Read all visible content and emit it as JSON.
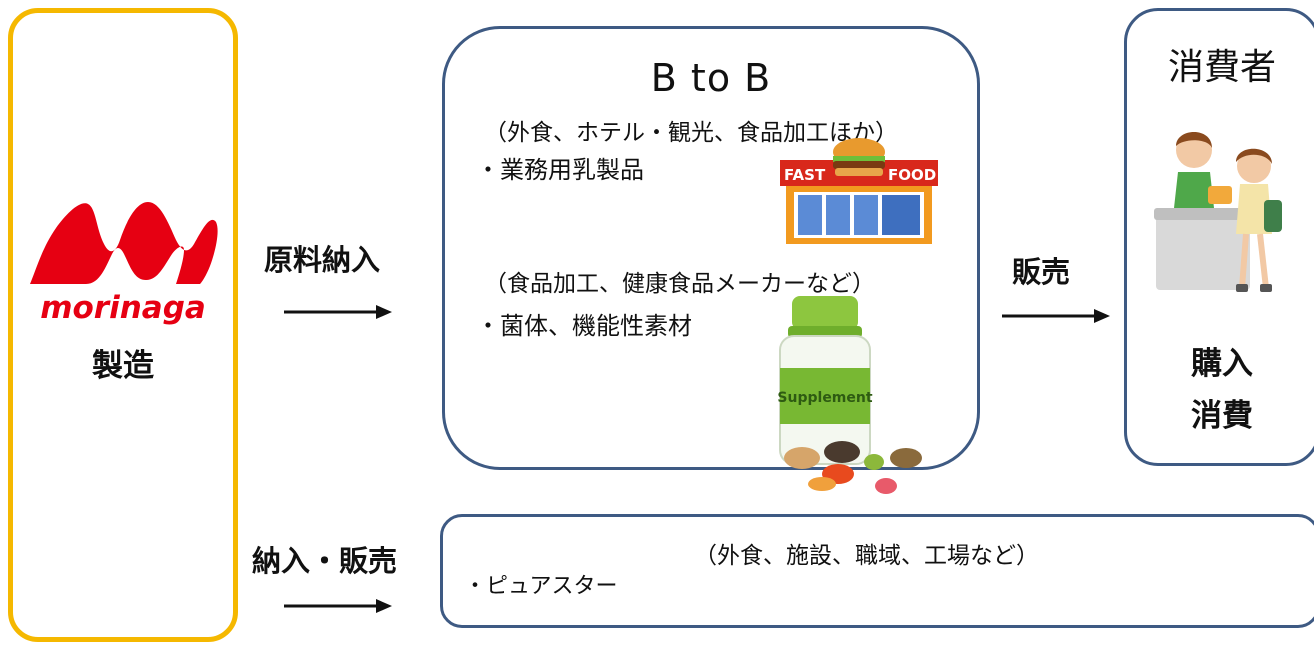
{
  "brand": {
    "logo_text": "morinaga",
    "color": "#E60012"
  },
  "maker": {
    "caption": "製造"
  },
  "flows": {
    "raw_material": "原料納入",
    "sales": "販売",
    "delivery_sales": "納入・販売"
  },
  "b2b": {
    "title": "B to B",
    "note_food_service": "（外食、ホテル・観光、食品加工ほか）",
    "item_dairy": "・業務用乳製品",
    "note_health_food": "（食品加工、健康食品メーカーなど）",
    "item_bacteria": "・菌体、機能性素材"
  },
  "illustrations": {
    "fast_food_sign_left": "FAST",
    "fast_food_sign_right": "FOOD",
    "supplement_label": "Supplement"
  },
  "consumer": {
    "title": "消費者",
    "action_1": "購入",
    "action_2": "消費"
  },
  "pure": {
    "note": "（外食、施設、職域、工場など）",
    "item": "・ピュアスター"
  },
  "colors": {
    "maker_border": "#F5B800",
    "box_border": "#3E5A83",
    "logo_red": "#E60012",
    "arrow": "#111111"
  }
}
